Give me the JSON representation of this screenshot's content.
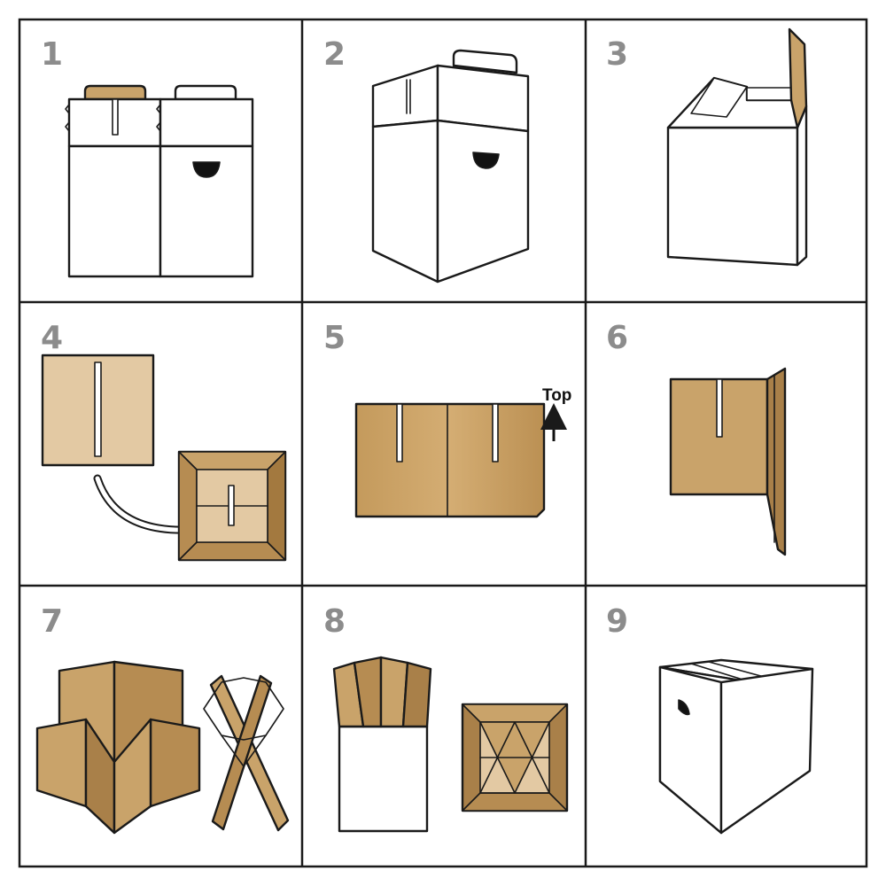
{
  "panels": [
    {
      "number": "1"
    },
    {
      "number": "2"
    },
    {
      "number": "3"
    },
    {
      "number": "4"
    },
    {
      "number": "5",
      "label": "Top"
    },
    {
      "number": "6"
    },
    {
      "number": "7"
    },
    {
      "number": "8"
    },
    {
      "number": "9"
    }
  ],
  "colors": {
    "kraft": "#c9a36a",
    "kraft_light": "#e3c9a3",
    "kraft_dark": "#a98049",
    "box_white": "#ffffff",
    "outline": "#1a1a1a",
    "step_number": "#8c8c8c",
    "grid_line": "#1a1a1a"
  }
}
